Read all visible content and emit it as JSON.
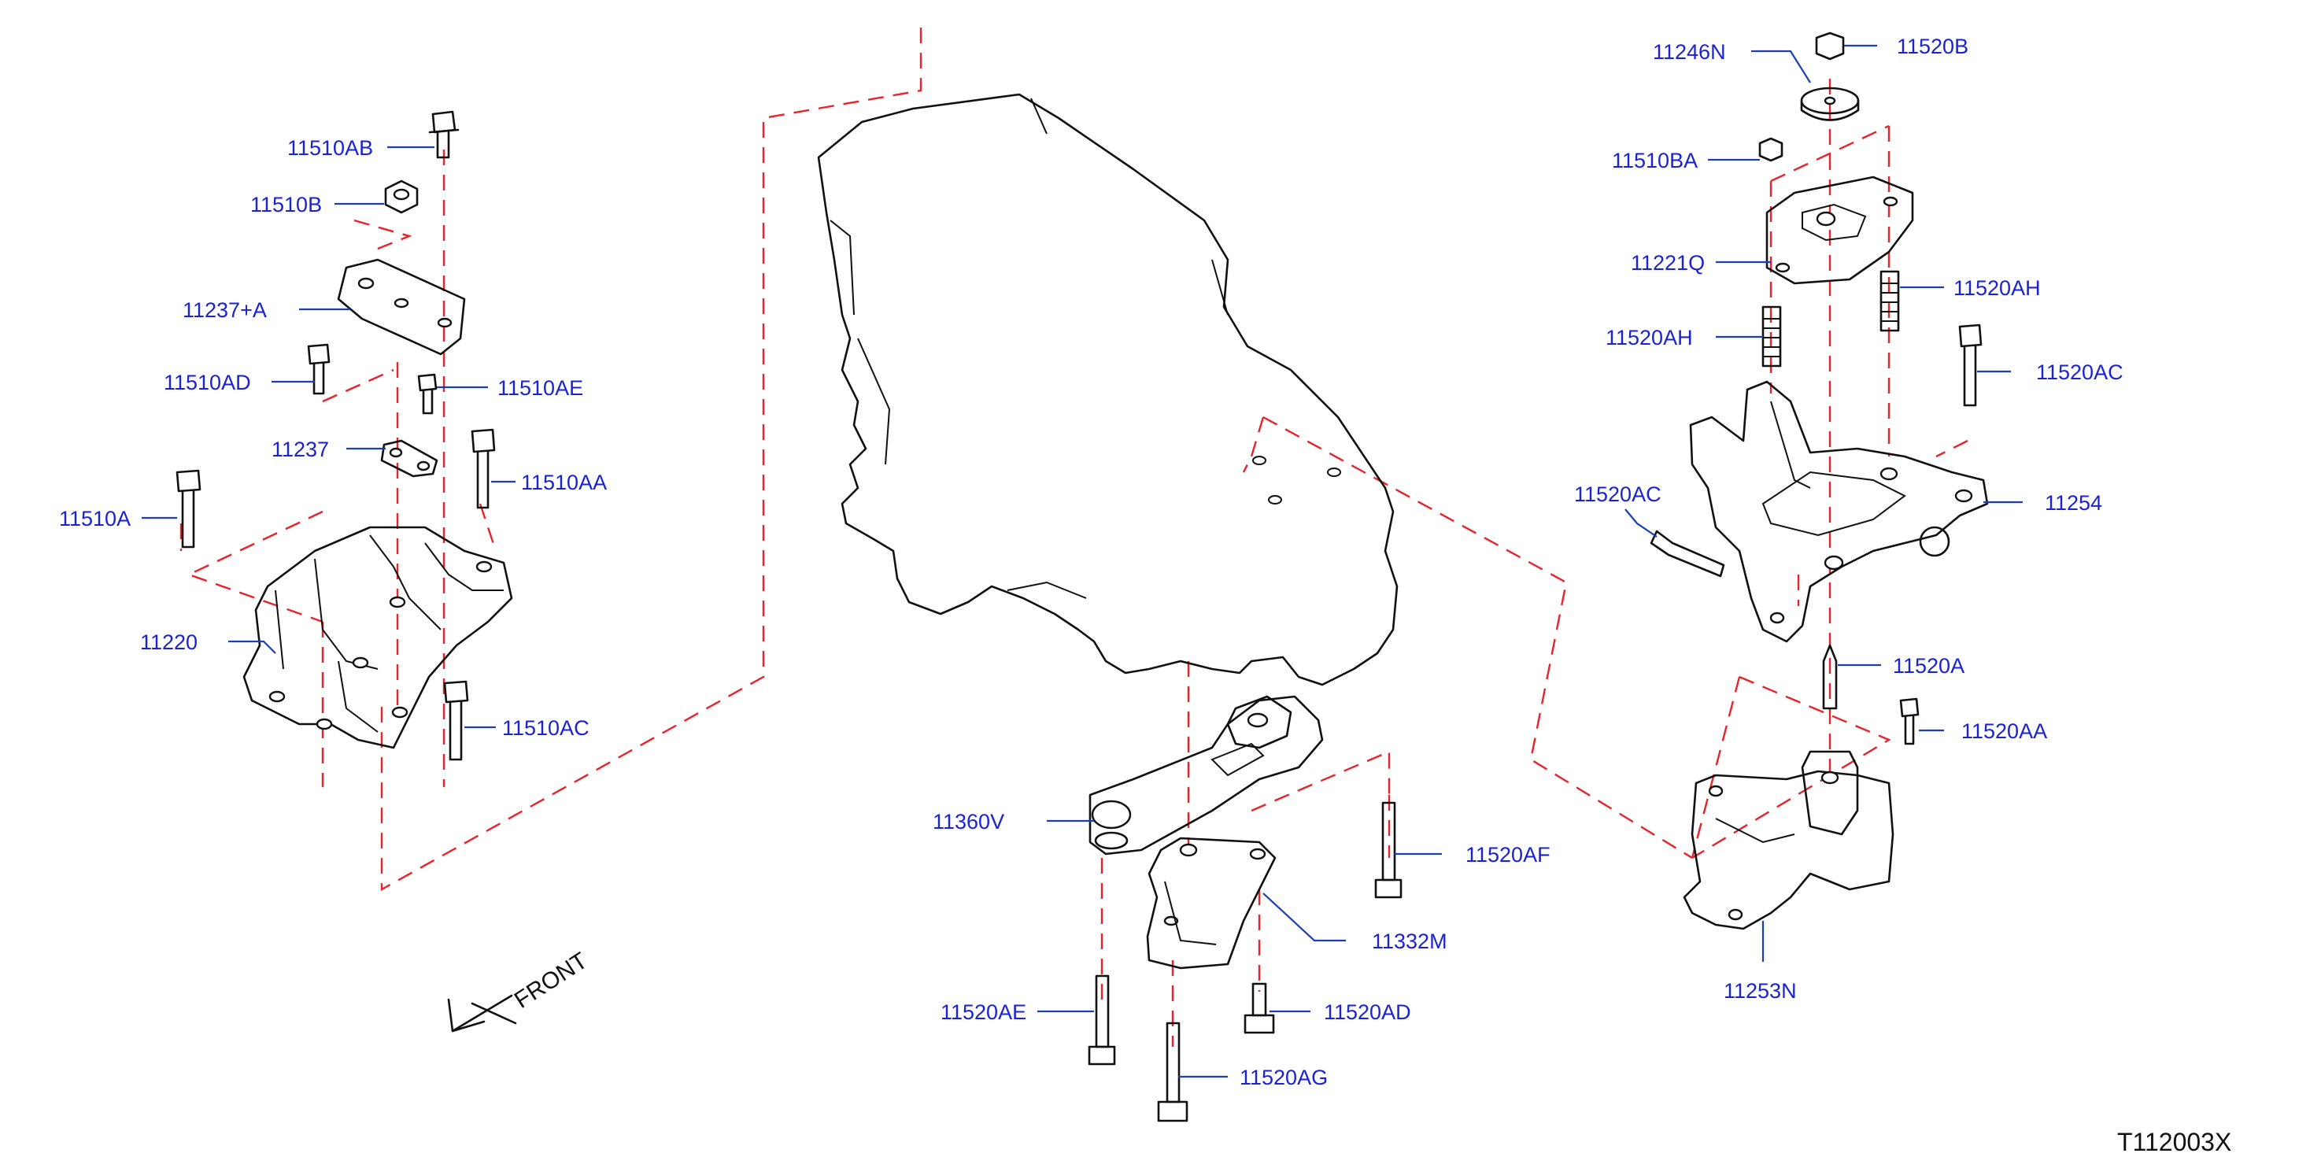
{
  "diagram_code": "T112003X",
  "front_label": "FRONT",
  "colors": {
    "callout": "#1a22d6",
    "leader": "#1a3fb5",
    "centerline": "#e8232a",
    "linework": "#111111"
  },
  "labels": {
    "p11510AB": "11510AB",
    "p11510B": "11510B",
    "p11237A": "11237+A",
    "p11510AD": "11510AD",
    "p11510AE_l": "11510AE",
    "p11237": "11237",
    "p11510AA": "11510AA",
    "p11510A": "11510A",
    "p11220": "11220",
    "p11510AC": "11510AC",
    "p11360V": "11360V",
    "p11520AF": "11520AF",
    "p11332M": "11332M",
    "p11520AE": "11520AE",
    "p11520AD": "11520AD",
    "p11520AG": "11520AG",
    "p11246N": "11246N",
    "p11520B": "11520B",
    "p11510BA": "11510BA",
    "p11221Q": "11221Q",
    "p11520AH_r": "11520AH",
    "p11520AH_l": "11520AH",
    "p11520AC_r": "11520AC",
    "p11520AC_l": "11520AC",
    "p11254": "11254",
    "p11520A": "11520A",
    "p11520AA": "11520AA",
    "p11253N": "11253N"
  }
}
